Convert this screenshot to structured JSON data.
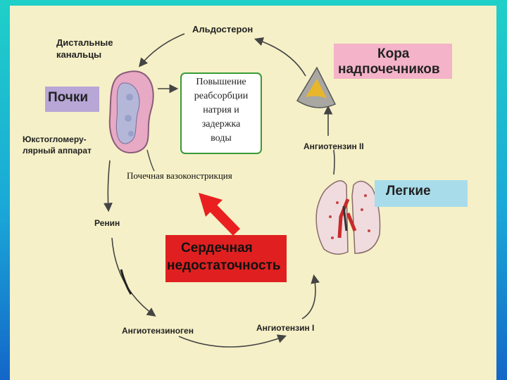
{
  "labels": {
    "aldosterone": "Альдостерон",
    "distal_1": "Дистальные",
    "distal_2": "канальцы",
    "kidneys": "Почки",
    "jga_1": "Юкстогломеру-",
    "jga_2": "лярный аппарат",
    "renin": "Ренин",
    "angiotensinogen": "Ангиотензиноген",
    "angiotensin_1": "Ангиотензин I",
    "angiotensin_2": "Ангиотензин II",
    "lungs": "Легкие",
    "adrenal_cortex_1": "Кора",
    "adrenal_cortex_2": "надпочечников",
    "renal_vasoconstriction": "Почечная вазоконстрикция",
    "heart_failure_1": "Сердечная",
    "heart_failure_2": "недостаточность",
    "reabsorption_1": "Повышение",
    "reabsorption_2": "реабсорбции",
    "reabsorption_3": "натрия и",
    "reabsorption_4": "задержка",
    "reabsorption_5": "воды"
  },
  "colors": {
    "background": "#f5f0c7",
    "kidney_box": "#b8a6d6",
    "adrenal_box": "#f4b3c8",
    "lungs_box": "#a9dcea",
    "heart_failure_box": "#e02020",
    "reabsorption_border": "#3a9a3a",
    "arrow": "#ea1f1f",
    "cycle_line": "#444444"
  },
  "icons": [
    "kidney-icon",
    "adrenal-gland-icon",
    "lung-icon",
    "red-arrow-icon"
  ]
}
